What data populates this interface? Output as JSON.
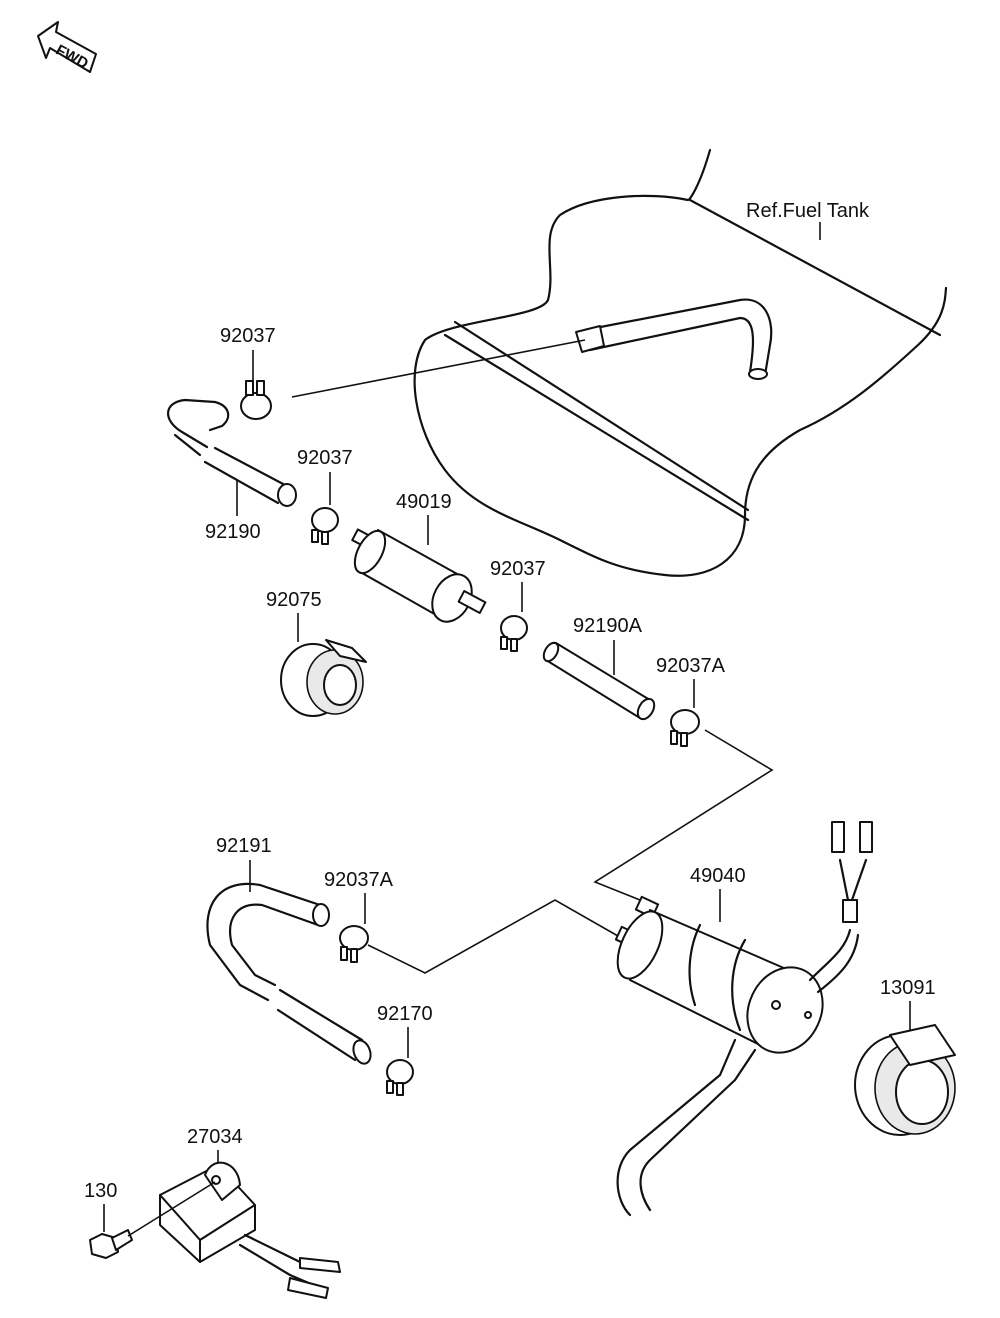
{
  "fwd_badge": "FWD",
  "ref_label": "Ref.Fuel Tank",
  "part_labels": {
    "p92037_a": "92037",
    "p92037_b": "92037",
    "p92037_c": "92037",
    "p92190": "92190",
    "p49019": "49019",
    "p92075": "92075",
    "p92190A": "92190A",
    "p92037A_a": "92037A",
    "p92191": "92191",
    "p92037A_b": "92037A",
    "p49040": "49040",
    "p13091": "13091",
    "p92170": "92170",
    "p27034": "27034",
    "p130": "130"
  },
  "colors": {
    "ink": "#111111",
    "background": "#ffffff"
  }
}
